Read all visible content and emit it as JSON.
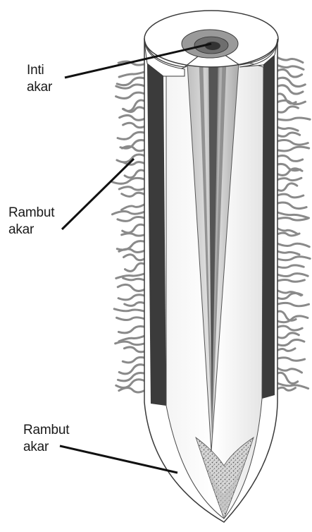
{
  "labels": {
    "inti_akar": [
      "Inti",
      "akar"
    ],
    "rambut_akar_1": [
      "Rambut",
      "akar"
    ],
    "rambut_akar_2": [
      "Rambut",
      "akar"
    ]
  },
  "colors": {
    "outline": "#3a3a3a",
    "cortex_dark": "#3b3b3b",
    "root_hair": "#8a8a8a",
    "cap_stipple": "#9a9a9a",
    "leader_line": "#111111"
  }
}
